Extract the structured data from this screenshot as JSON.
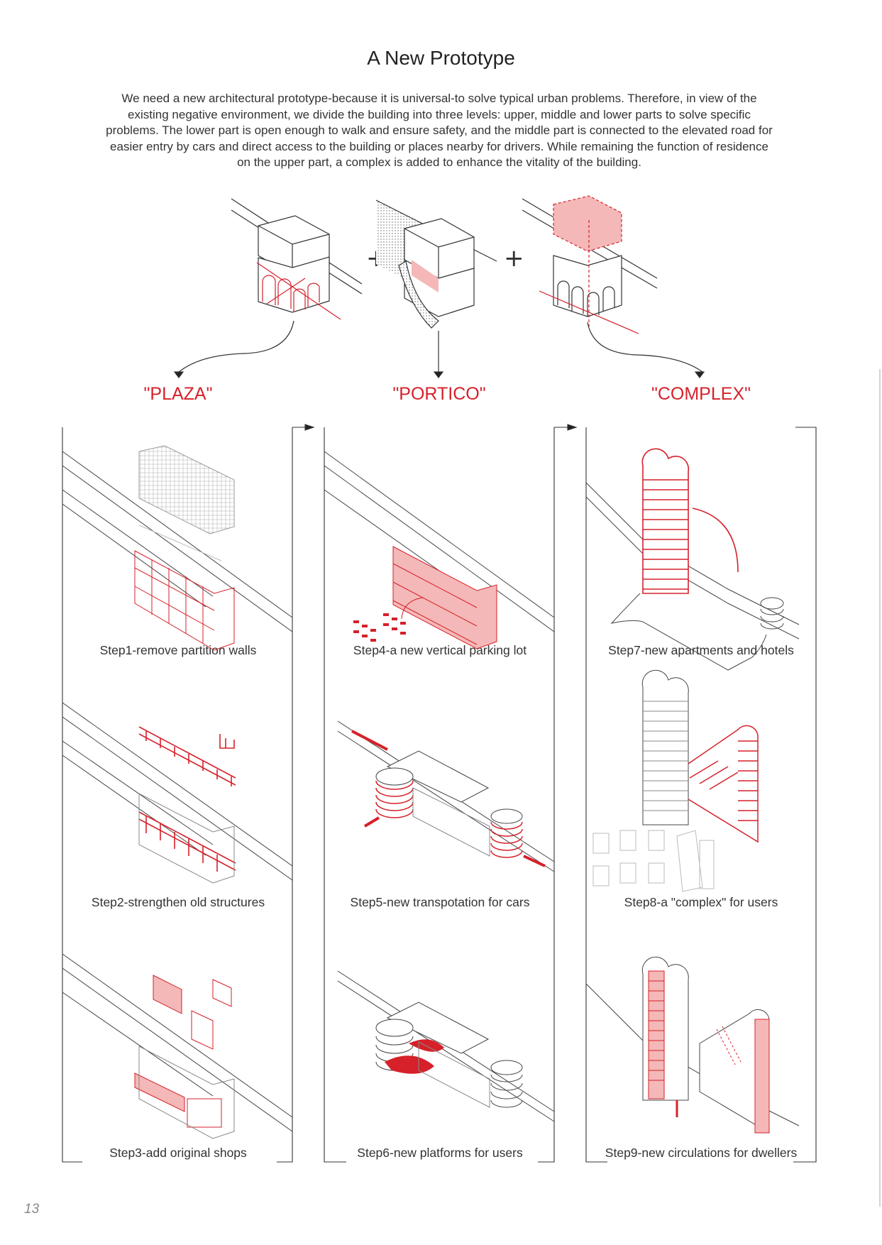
{
  "title": "A New Prototype",
  "intro": "We need a new architectural prototype-because it is universal-to solve typical urban problems. Therefore, in view of the existing negative environment, we divide the building into three levels: upper, middle and lower parts to solve specific problems. The lower part is open enough to walk and ensure safety, and the middle part is connected to the elevated road for easier entry by cars and direct access to the building or places nearby for drivers. While remaining the function of residence on the upper part, a complex is added to enhance the vitality of the building.",
  "concepts": [
    "\"PLAZA\"",
    "\"PORTICO\"",
    "\"COMPLEX\""
  ],
  "steps": [
    "Step1-remove partition walls",
    "Step2-strengthen old structures",
    "Step3-add original shops",
    "Step4-a new vertical parking lot",
    "Step5-new transpotation for cars",
    "Step6-new platforms for users",
    "Step7-new apartments and hotels",
    "Step8-a \"complex\" for users",
    "Step9-new circulations for dwellers"
  ],
  "page_number": "13",
  "colors": {
    "accent": "#d6212a",
    "line": "#333333",
    "light_red": "#f4b8b8"
  }
}
